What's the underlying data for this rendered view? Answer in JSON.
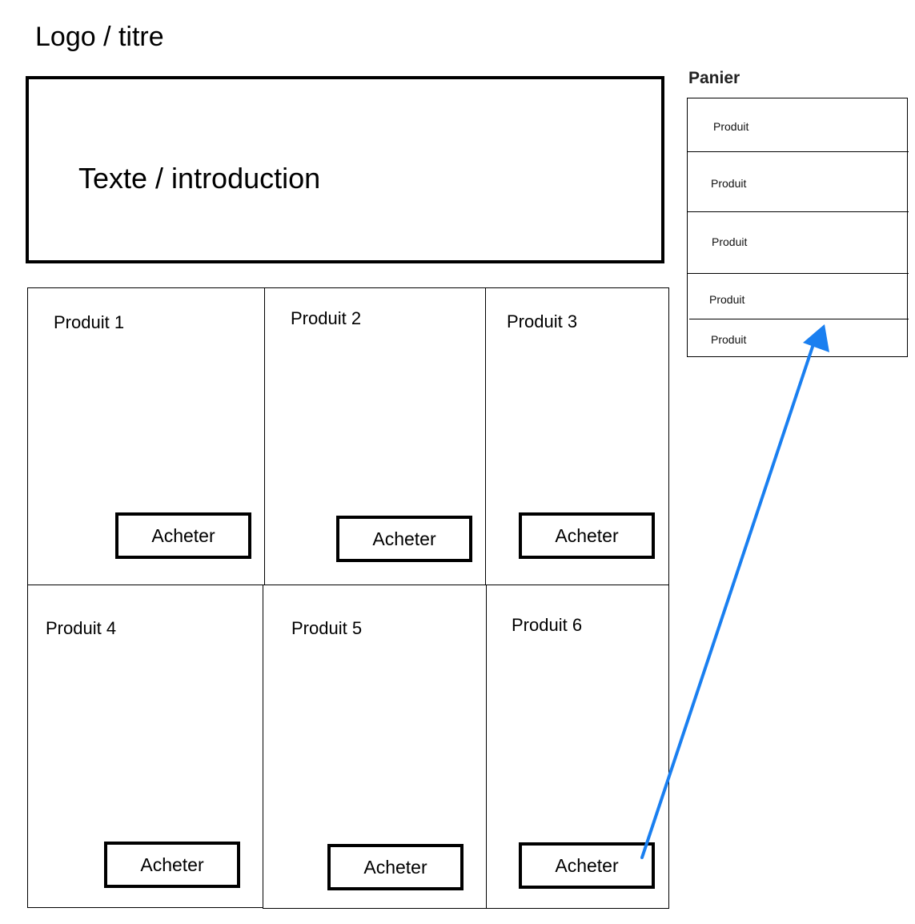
{
  "header": {
    "logo_title": "Logo / titre"
  },
  "intro": {
    "text": "Texte / introduction"
  },
  "products": [
    {
      "name": "Produit 1",
      "button": "Acheter"
    },
    {
      "name": "Produit 2",
      "button": "Acheter"
    },
    {
      "name": "Produit 3",
      "button": "Acheter"
    },
    {
      "name": "Produit 4",
      "button": "Acheter"
    },
    {
      "name": "Produit 5",
      "button": "Acheter"
    },
    {
      "name": "Produit 6",
      "button": "Acheter"
    }
  ],
  "cart": {
    "title": "Panier",
    "items": [
      "Produit",
      "Produit",
      "Produit",
      "Produit",
      "Produit"
    ]
  },
  "colors": {
    "arrow": "#1a7ff0",
    "border": "#000000"
  },
  "icons": {
    "arrow": "arrow-to-cart-icon"
  }
}
